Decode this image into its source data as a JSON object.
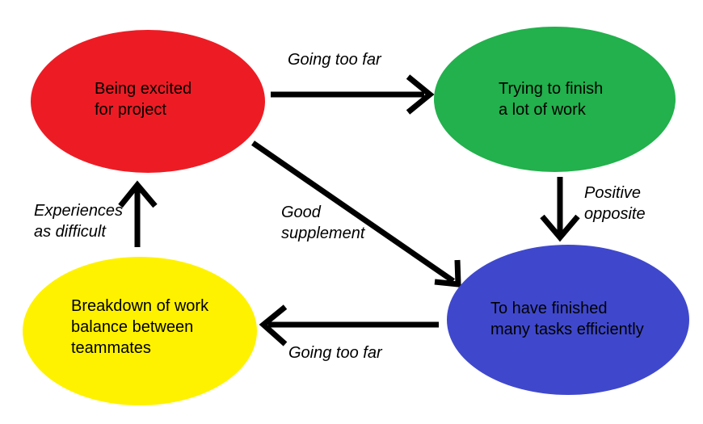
{
  "canvas": {
    "background": "#ffffff",
    "arrow_color": "#000000",
    "text_color": "#000000"
  },
  "nodes": [
    {
      "id": "being-excited",
      "color": "#ed1c24",
      "lines": [
        "Being excited",
        "for project"
      ]
    },
    {
      "id": "trying-to-finish",
      "color": "#22b14c",
      "lines": [
        "Trying to finish",
        "a lot of work"
      ]
    },
    {
      "id": "finished-tasks",
      "color": "#3f48cc",
      "lines": [
        "To have finished",
        "many tasks efficiently"
      ]
    },
    {
      "id": "breakdown-balance",
      "color": "#fff200",
      "lines": [
        "Breakdown of work",
        "balance between",
        "teammates"
      ]
    }
  ],
  "edges": [
    {
      "id": "excited-to-trying",
      "from": "being-excited",
      "to": "trying-to-finish",
      "label": "Going too far",
      "lines": [
        "Going too far"
      ]
    },
    {
      "id": "trying-to-finished",
      "from": "trying-to-finish",
      "to": "finished-tasks",
      "label": "Positive opposite",
      "lines": [
        "Positive",
        "opposite"
      ]
    },
    {
      "id": "excited-to-finished",
      "from": "being-excited",
      "to": "finished-tasks",
      "label": "Good supplement",
      "lines": [
        "Good",
        "supplement"
      ]
    },
    {
      "id": "finished-to-breakdown",
      "from": "finished-tasks",
      "to": "breakdown-balance",
      "label": "Going too far",
      "lines": [
        "Going too far"
      ]
    },
    {
      "id": "breakdown-to-excited",
      "from": "breakdown-balance",
      "to": "being-excited",
      "label": "Experiences as difficult",
      "lines": [
        "Experiences",
        "as difficult"
      ]
    }
  ]
}
